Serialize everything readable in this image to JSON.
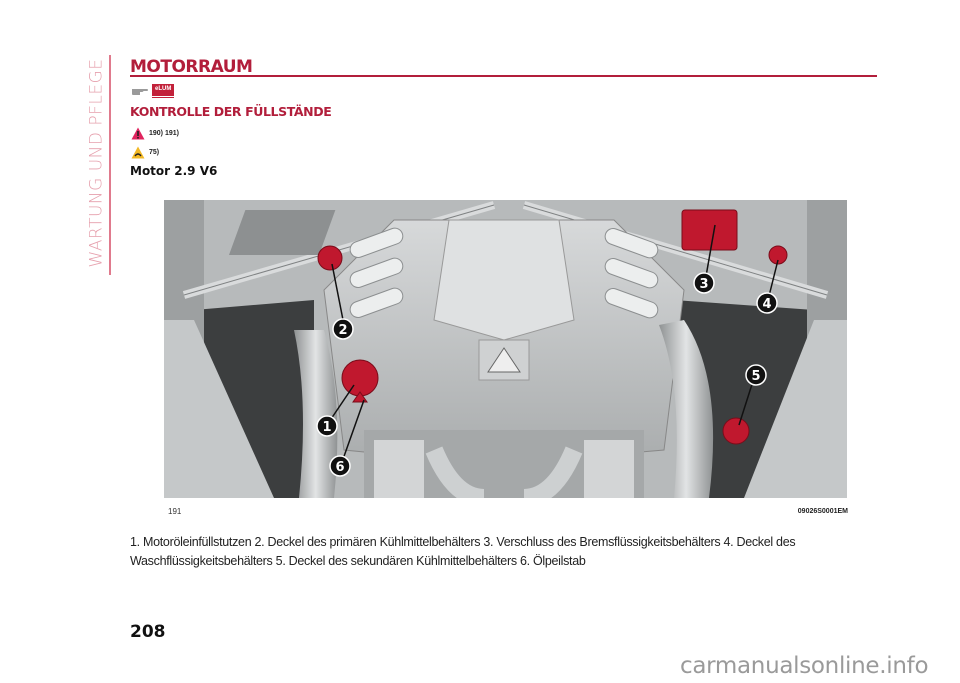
{
  "sidebar": {
    "section_label": "WARTUNG UND PFLEGE"
  },
  "header": {
    "title": "MOTORRAUM",
    "elum_badge": "eLUM"
  },
  "section": {
    "subtitle": "KONTROLLE DER FÜLLSTÄNDE",
    "warning_refs": "190) 191)",
    "caution_refs": "75)",
    "engine_label": "Motor 2.9 V6"
  },
  "figure": {
    "number": "191",
    "code": "09026S0001EM",
    "callouts": [
      "1",
      "2",
      "3",
      "4",
      "5",
      "6"
    ],
    "highlight_color": "#c0182e"
  },
  "caption": "1. Motoröleinfüllstutzen 2. Deckel des primären Kühlmittelbehälters 3. Verschluss des Bremsflüssigkeitsbehälters 4. Deckel des Waschflüssigkeitsbehälters 5. Deckel des sekundären Kühlmittelbehälters 6. Ölpeilstab",
  "footer": {
    "page_number": "208",
    "watermark": "carmanualsonline.info"
  },
  "colors": {
    "accent": "#b21e3b",
    "sidebar": "#e6a0ad"
  }
}
